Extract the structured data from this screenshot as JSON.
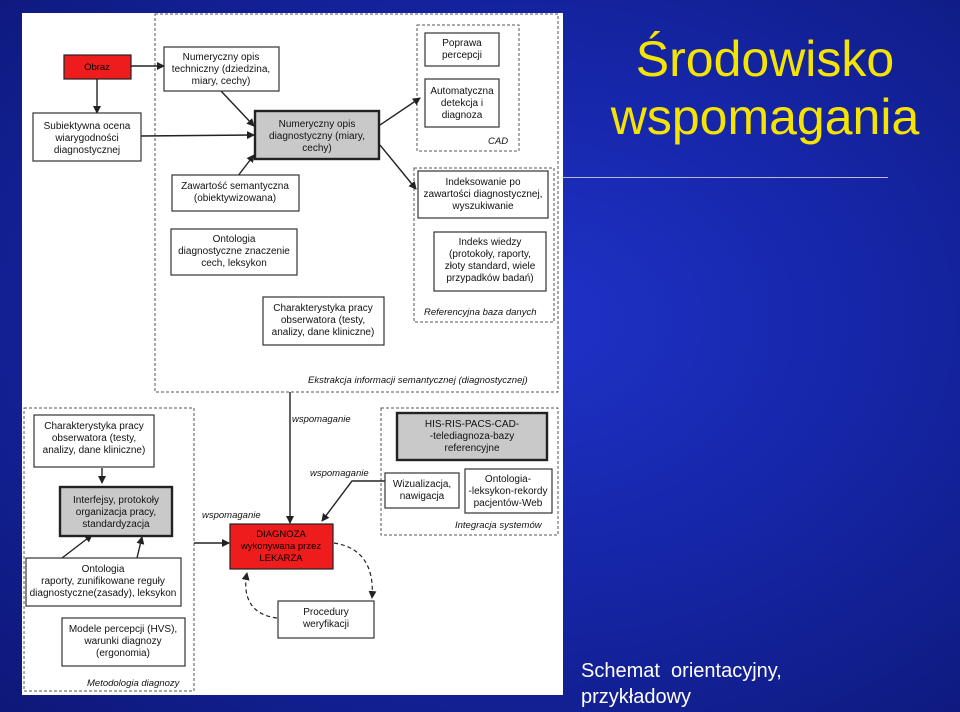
{
  "title": "Środowisko wspomagania",
  "caption": "Schemat  orientacyjny,\nprzykładowy",
  "colors": {
    "title": "#f5e400",
    "background": "#1626a8",
    "red_box": "#ee1c1c",
    "gray_box": "#c9c9c9"
  },
  "diagram": {
    "nodes": {
      "obraz": [
        "Obraz"
      ],
      "num_tech": [
        "Numeryczny opis",
        "techniczny (dziedzina,",
        "miary, cechy)"
      ],
      "subj": [
        "Subiektywna ocena",
        "wiarygodności",
        "diagnostycznej"
      ],
      "num_diag": [
        "Numeryczny opis",
        "diagnostyczny (miary,",
        "cechy)"
      ],
      "sem": [
        "Zawartość semantyczna",
        "(obiektywizowana)"
      ],
      "onto1": [
        "Ontologia",
        "diagnostyczne znaczenie",
        "cech, leksykon"
      ],
      "char1": [
        "Charakterystyka pracy",
        "obserwatora (testy,",
        "analizy, dane kliniczne)"
      ],
      "poprawa": [
        "Poprawa",
        "percepcji"
      ],
      "auto": [
        "Automatyczna",
        "detekcja i",
        "diagnoza"
      ],
      "index": [
        "Indeksowanie po",
        "zawartości diagnostycznej,",
        "wyszukiwanie"
      ],
      "indeks_wiedzy": [
        "Indeks wiedzy",
        "(protokoły, raporty,",
        "złoty standard, wiele",
        "przypadków badań)"
      ],
      "char2": [
        "Charakterystyka pracy",
        "obserwatora (testy,",
        "analizy, dane kliniczne)"
      ],
      "interfejsy": [
        "Interfejsy, protokoły",
        "organizacja pracy,",
        "standardyzacja"
      ],
      "onto2": [
        "Ontologia",
        "raporty, zunifikowane reguły",
        "diagnostyczne(zasady), leksykon"
      ],
      "modele": [
        "Modele percepcji (HVS),",
        "warunki diagnozy",
        "(ergonomia)"
      ],
      "diagnoza": [
        "DIAGNOZA",
        "wykonywana przez",
        "LEKARZA"
      ],
      "procedury": [
        "Procedury",
        "weryfikacji"
      ],
      "his": [
        "HIS-RIS-PACS-CAD-",
        "-telediagnoza-bazy",
        "referencyjne"
      ],
      "wizualizacja": [
        "Wizualizacja,",
        "nawigacja"
      ],
      "onto3": [
        "Ontologia-",
        "-leksykon-rekordy",
        "pacjentów-Web"
      ]
    },
    "group_labels": {
      "cad": "CAD",
      "ref": "Referencyjna baza danych",
      "ekstrakcja": "Ekstrakcja informacji semantycznej (diagnostycznej)",
      "metodologia": "Metodologia diagnozy",
      "integracja": "Integracja systemów"
    },
    "edge_labels": {
      "wsp1": "wspomaganie",
      "wsp2": "wspomaganie",
      "wsp3": "wspomaganie"
    }
  }
}
